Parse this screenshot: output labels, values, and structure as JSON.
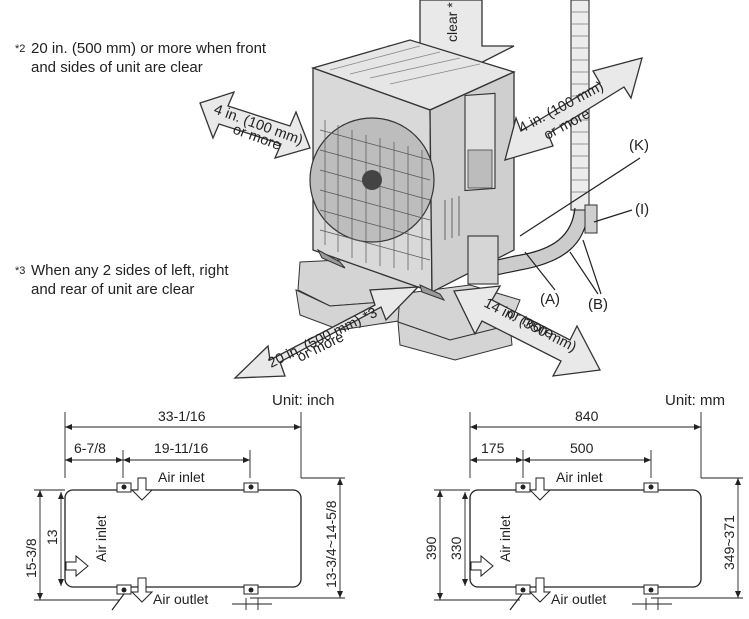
{
  "notes": {
    "note2_mark": "*2",
    "note2_line1": "20 in. (500 mm) or more when front",
    "note2_line2": "and sides of unit are clear",
    "note3_mark": "*3",
    "note3_line1": "When any 2 sides of left, right",
    "note3_line2": "and rear of unit are clear"
  },
  "clearances": {
    "top_fragment": "clear *",
    "left_line1": "4 in. (100 mm)",
    "left_line2": "or more",
    "right_line1": "4 in. (100 mm)",
    "right_line2": "or more",
    "front_left_line1": "20 in. (500 mm) *3",
    "front_left_line2": "or more",
    "front_right_line1": "14 in. (350 mm)",
    "front_right_line2": "or more"
  },
  "callouts": {
    "K": "(K)",
    "I": "(I)",
    "A": "(A)",
    "B": "(B)"
  },
  "plan_inch": {
    "unit": "Unit: inch",
    "overall": "33-1/16",
    "offset": "6-7/8",
    "span": "19-11/16",
    "depth_outer": "15-3/8",
    "depth_inner": "13",
    "depth_right": "13-3/4~14-5/8",
    "air_inlet_top": "Air inlet",
    "air_inlet_side": "Air inlet",
    "air_outlet": "Air outlet"
  },
  "plan_mm": {
    "unit": "Unit: mm",
    "overall": "840",
    "offset": "175",
    "span": "500",
    "depth_outer": "390",
    "depth_inner": "330",
    "depth_right": "349~371",
    "air_inlet_top": "Air inlet",
    "air_inlet_side": "Air inlet",
    "air_outlet": "Air outlet"
  }
}
